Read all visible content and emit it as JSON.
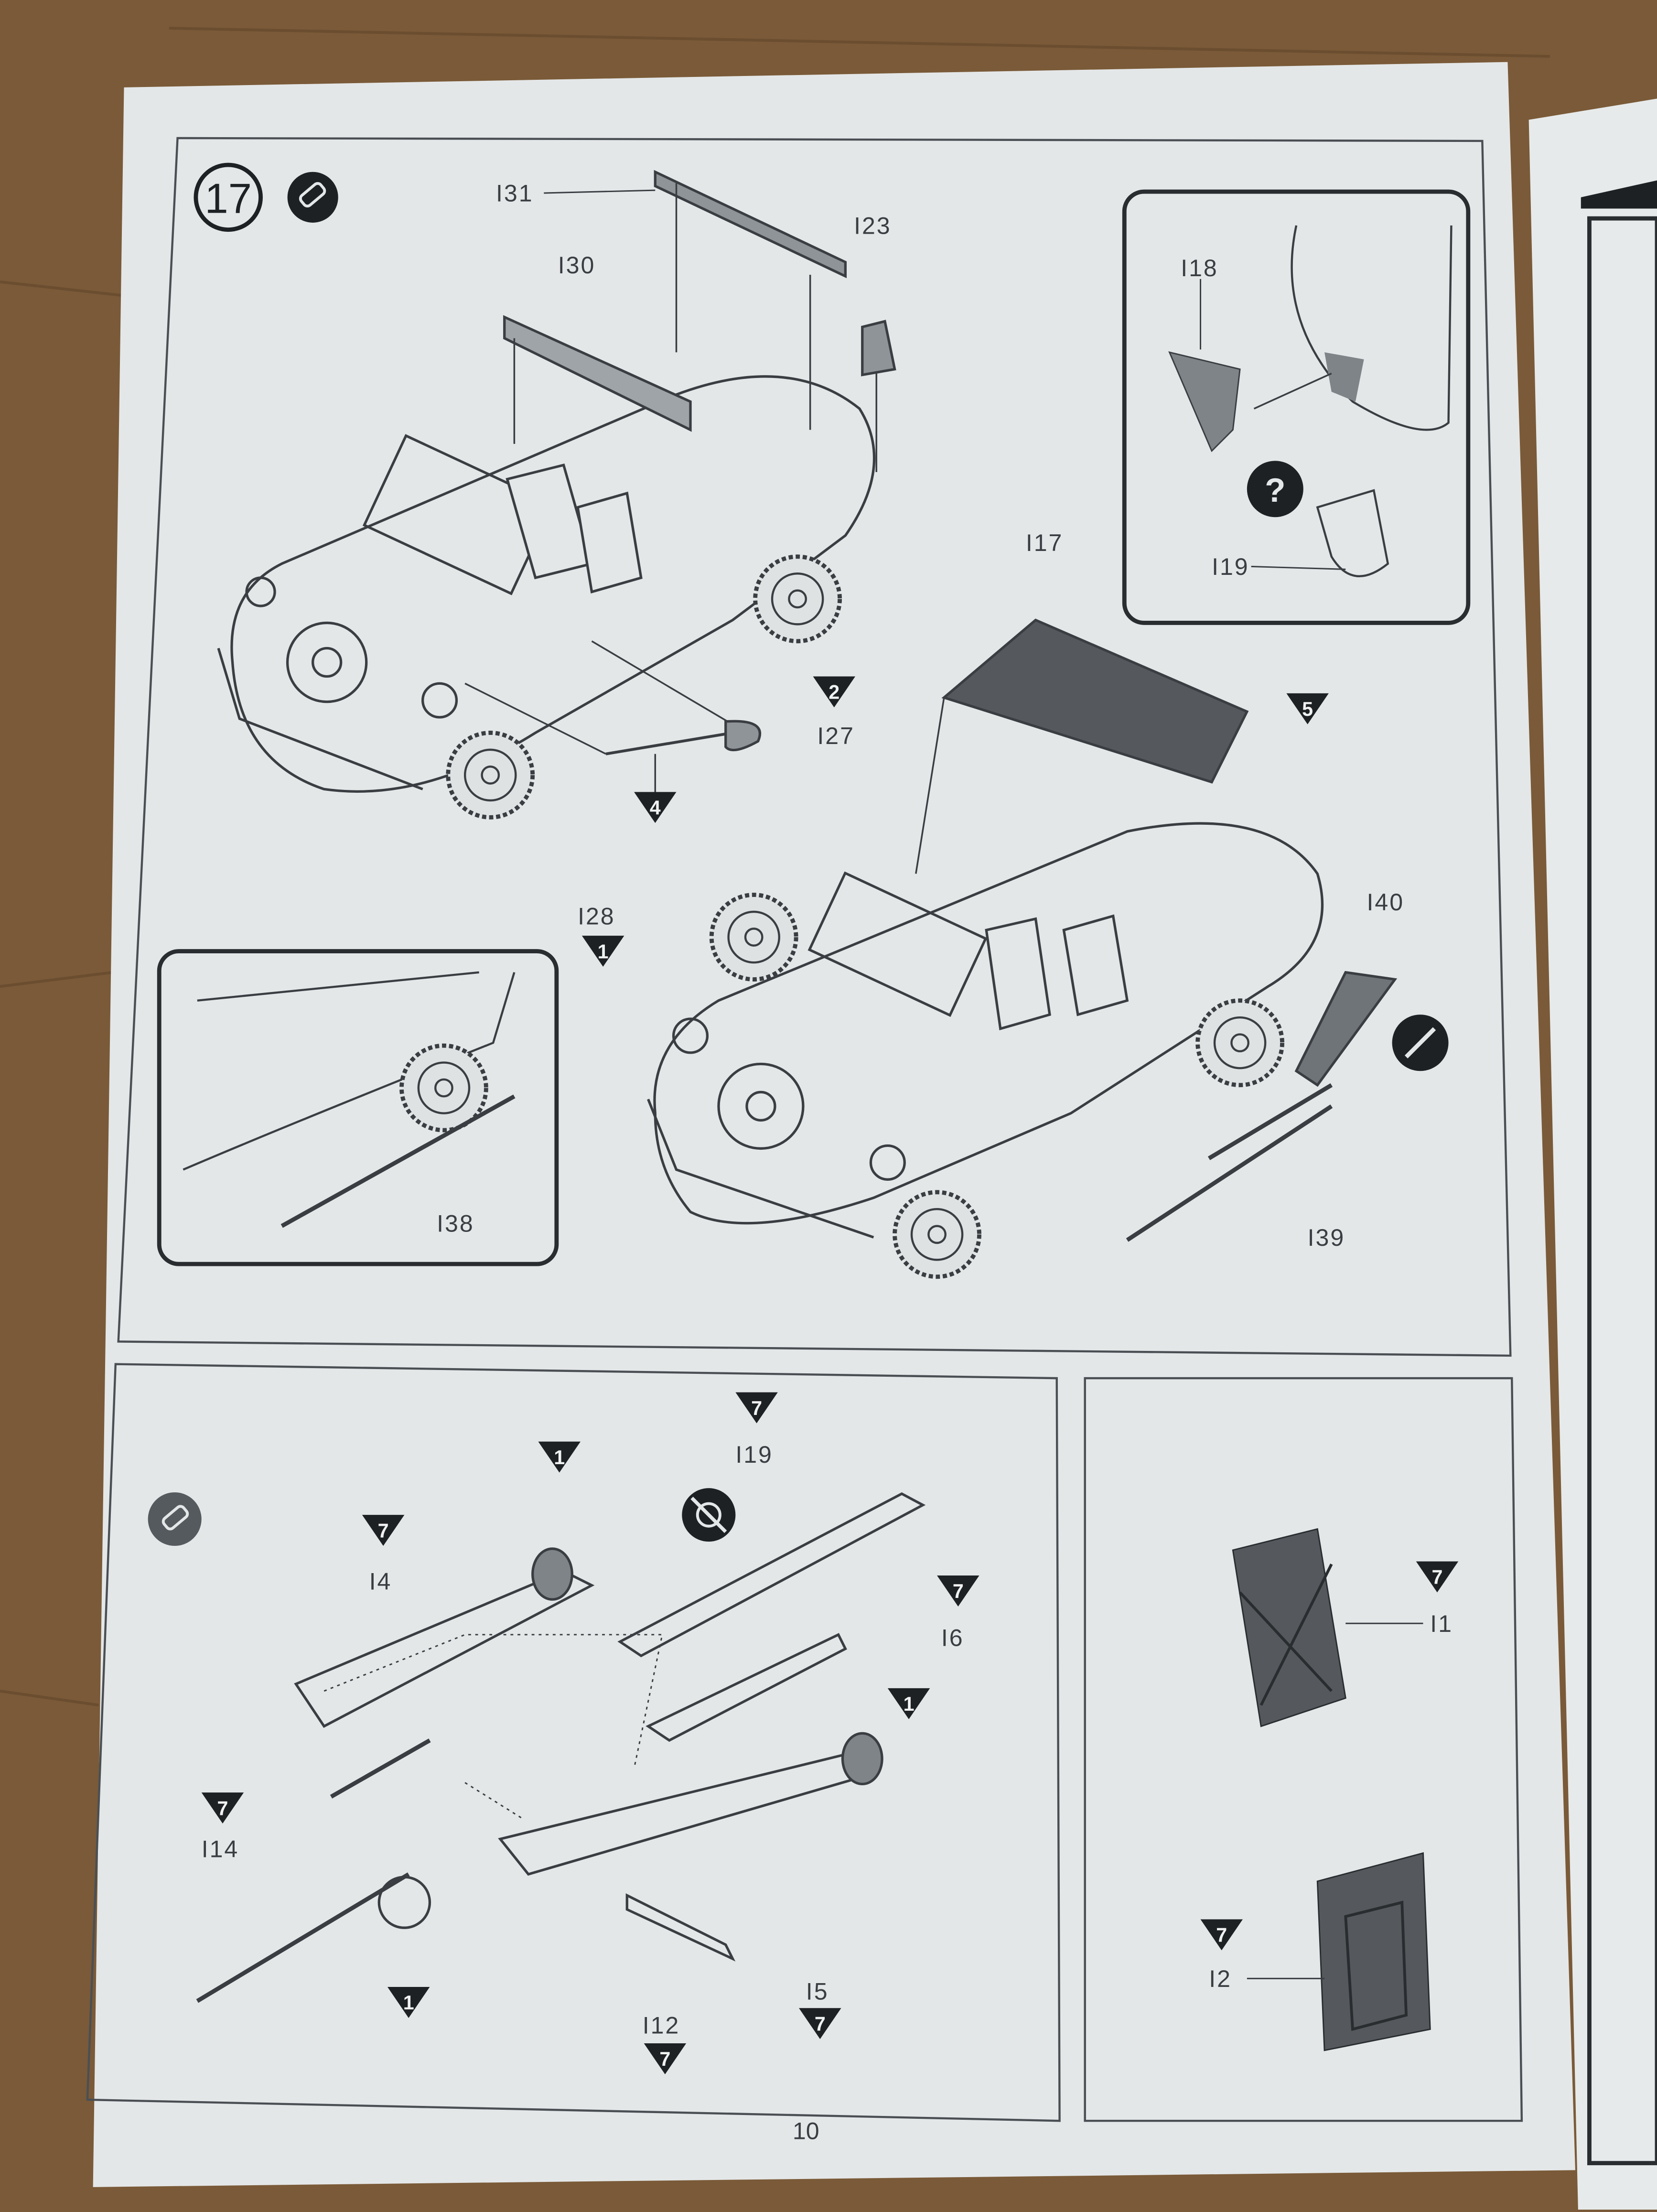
{
  "step": {
    "number": "17",
    "icons": [
      "paint-brush-icon"
    ]
  },
  "top_panel": {
    "parts": {
      "i31": "I31",
      "i30": "I30",
      "i23": "I23",
      "i27": "I27",
      "i17": "I17",
      "i28": "I28",
      "i40": "I40",
      "i38": "I38",
      "i39": "I39"
    },
    "paint_codes": {
      "i27": "2",
      "antenna": "4",
      "i17": "5",
      "i28": "1"
    },
    "inset": {
      "i18": "I18",
      "i19": "I19",
      "icon": "question-icon"
    }
  },
  "trailer_panel": {
    "parts": {
      "i19": "I19",
      "i4": "I4",
      "i6": "I6",
      "i14": "I14",
      "i12": "I12",
      "i5": "I5"
    },
    "paint_codes": {
      "i19": "7",
      "wheel_left": "1",
      "i4": "7",
      "i6": "7",
      "wheel_right": "1",
      "i14": "7",
      "jockey_wheel": "1",
      "i12": "7",
      "i5": "7"
    },
    "icons": [
      "paint-brush-icon",
      "no-glue-icon"
    ]
  },
  "jerrycan_panel": {
    "parts": {
      "i1": "I1",
      "i2": "I2"
    },
    "paint_codes": {
      "i1": "7",
      "i2": "7"
    }
  },
  "page_number": "10",
  "colors": {
    "paper": "#e4e7e8",
    "ink": "#3a3e42",
    "dark": "#1e2124",
    "wood": "#7a5a38"
  }
}
